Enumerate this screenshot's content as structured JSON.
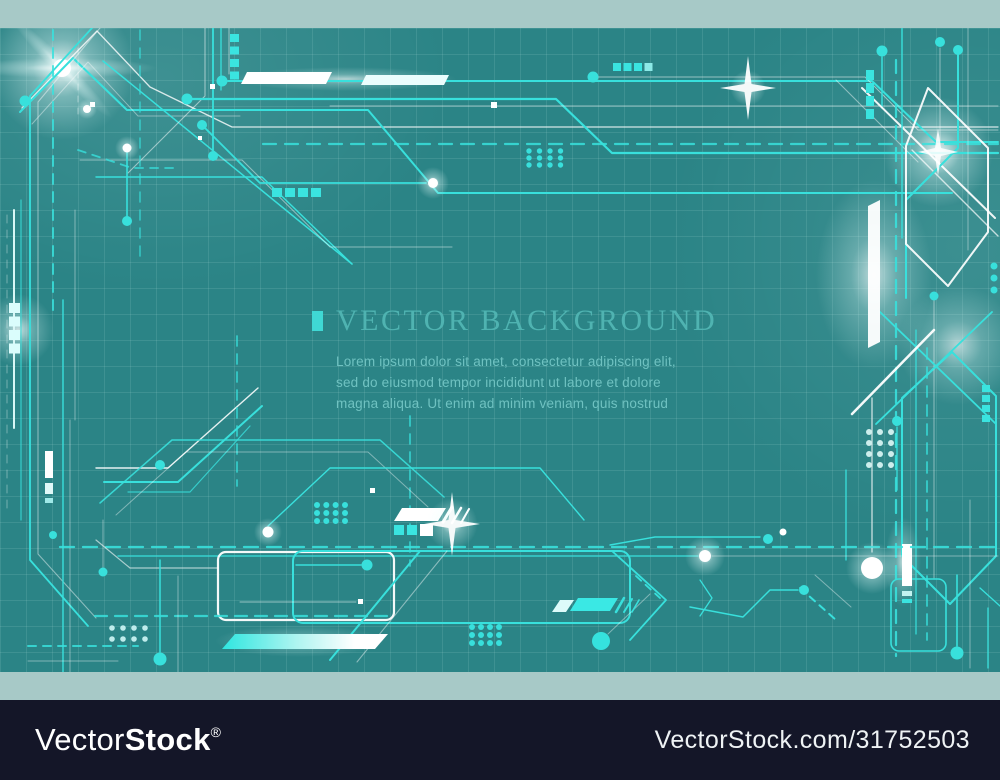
{
  "artwork": {
    "heading_text": "VECTOR BACKGROUND",
    "body_lines": [
      "Lorem ipsum dolor sit amet, consectetur adipiscing elit,",
      "sed do eiusmod tempor incididunt ut labore et dolore",
      "magna aliqua. Ut enim ad minim veniam, quis nostrud"
    ],
    "colors": {
      "canvas_teal": "#2b8486",
      "grid_line": "#8fd2d0",
      "circuit_cyan": "#38e0dc",
      "highlight_white": "#ffffff",
      "margin_strip": "#a7c9c7",
      "footer_bar": "#141628",
      "heading_text": "#4fb3b1",
      "body_text": "#6fc2c1",
      "footer_text": "#ffffff"
    }
  },
  "footer": {
    "logo_prefix": "Vector",
    "logo_suffix": "Stock",
    "registered": "®",
    "url": "VectorStock.com/31752503"
  }
}
